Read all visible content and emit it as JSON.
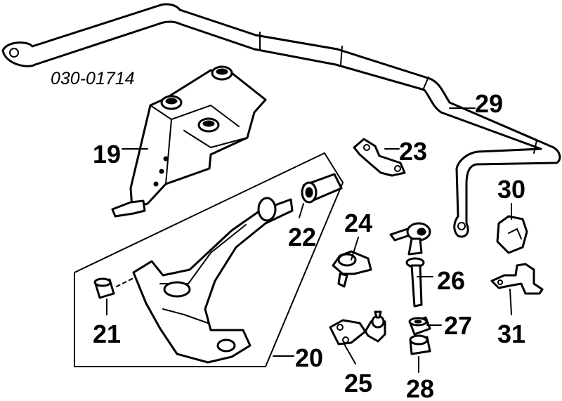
{
  "diagram": {
    "reference_code": "030-01714",
    "callouts": [
      "19",
      "20",
      "21",
      "22",
      "23",
      "24",
      "25",
      "26",
      "27",
      "28",
      "29",
      "30",
      "31"
    ]
  }
}
